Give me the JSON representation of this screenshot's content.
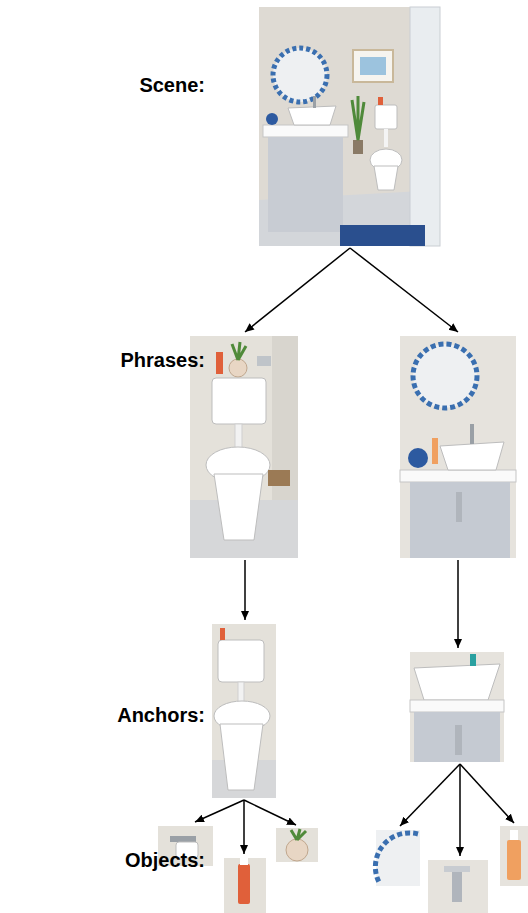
{
  "diagram": {
    "labels": [
      "Scene:",
      "Phrases:",
      "Anchors:",
      "Objects:"
    ]
  }
}
